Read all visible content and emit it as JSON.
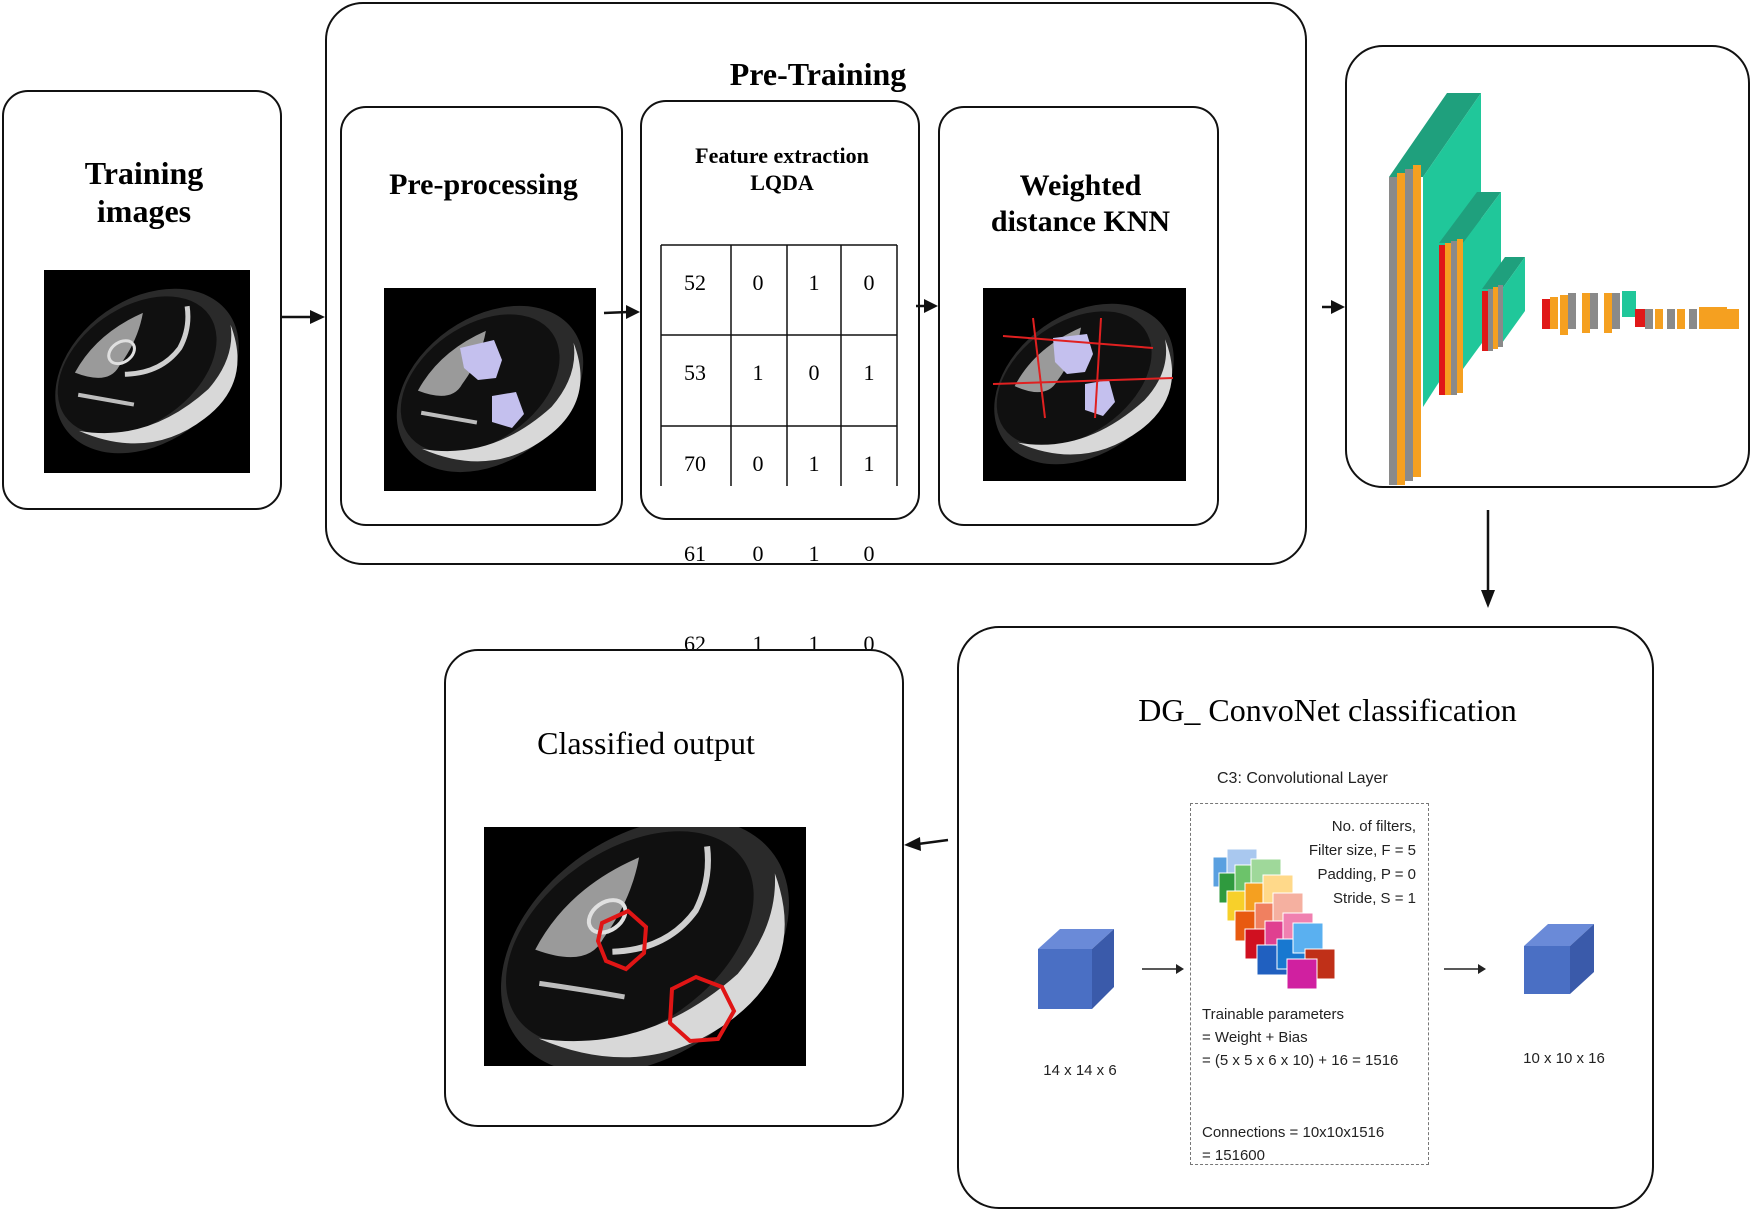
{
  "training": {
    "title_line1": "Training",
    "title_line2": "images"
  },
  "pretraining": {
    "title": "Pre-Training"
  },
  "preprocessing": {
    "title": "Pre-processing"
  },
  "feature": {
    "title_line1": "Feature extraction",
    "title_line2": "LQDA",
    "rows": [
      [
        "52",
        "0",
        "1",
        "0"
      ],
      [
        "53",
        "1",
        "0",
        "1"
      ],
      [
        "70",
        "0",
        "1",
        "1"
      ],
      [
        "61",
        "0",
        "1",
        "0"
      ],
      [
        "62",
        "1",
        "1",
        "0"
      ]
    ]
  },
  "knn": {
    "title_line1": "Weighted",
    "title_line2": "distance KNN"
  },
  "classification": {
    "title": "DG_ ConvoNet classification",
    "layer_title": "C3: Convolutional Layer",
    "filters_lines": [
      "No. of filters,",
      "Filter size, F = 5",
      "Padding, P = 0",
      "Stride, S = 1"
    ],
    "input_label": "14 x 14 x 6",
    "output_label": "10 x 10 x 16",
    "params_lines": [
      "Trainable parameters",
      "= Weight + Bias",
      "= (5 x 5 x 6 x 10) + 16 = 1516"
    ],
    "connections_lines": [
      "Connections = 10x10x1516",
      "= 151600"
    ]
  },
  "output": {
    "title": "Classified output"
  },
  "colors": {
    "segment_fill": "#c4c0ee",
    "knn_line": "#e02020",
    "output_outline": "#e01515",
    "cnn_teal": "#20c79a",
    "cnn_orange": "#f5a020",
    "cnn_gray": "#8a8a8a",
    "cnn_red": "#e01818",
    "cube_blue": "#4a6fc4"
  }
}
